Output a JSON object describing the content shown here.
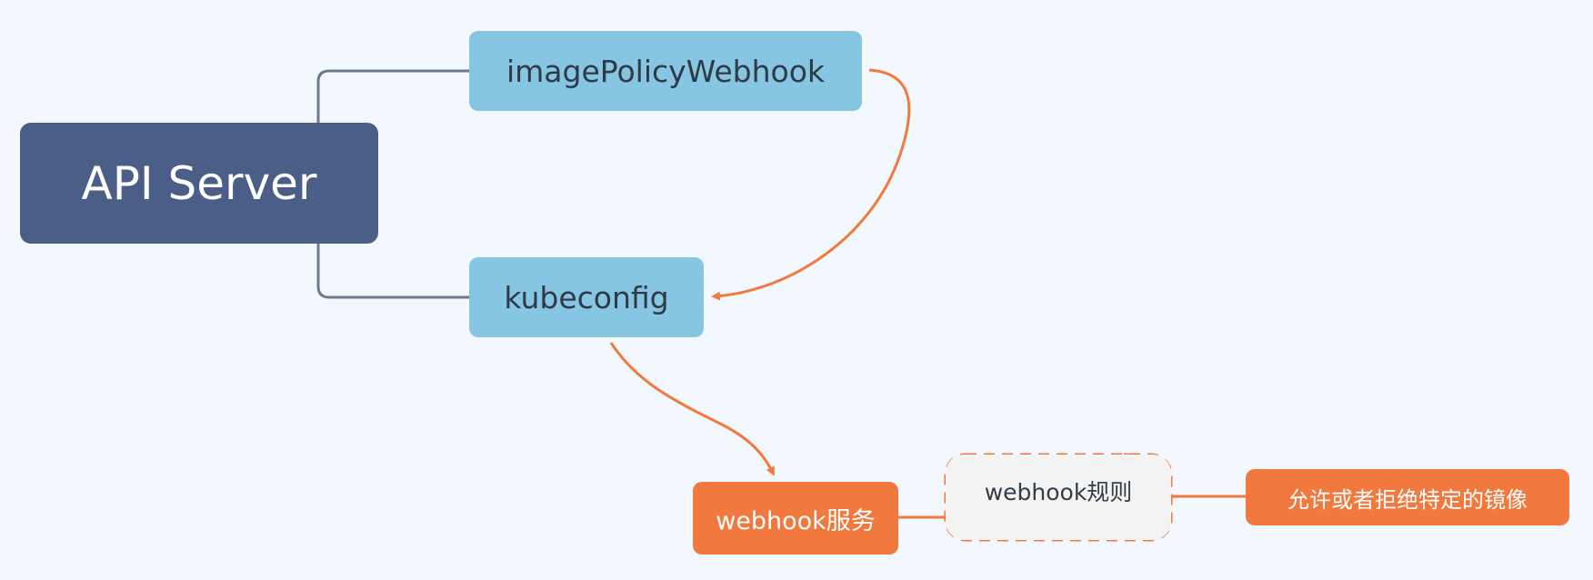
{
  "diagram": {
    "type": "mind-map",
    "colors": {
      "background": "#f3f8fe",
      "root_fill": "#4a5e87",
      "branch_fill": "#86c6e2",
      "accent_orange": "#f2793d",
      "connector_gray": "#6b7a8c",
      "rule_fill": "#f3f3f3"
    },
    "nodes": {
      "root": {
        "label": "API Server"
      },
      "image_policy_webhook": {
        "label": "imagePolicyWebhook"
      },
      "kubeconfig": {
        "label": "kubeconfig"
      },
      "webhook_service": {
        "label": "webhook服务"
      },
      "webhook_rule": {
        "label": "webhook规则"
      },
      "summary": {
        "label": "允许或者拒绝特定的镜像"
      }
    },
    "edges": [
      {
        "from": "root",
        "to": "image_policy_webhook",
        "style": "tree-branch"
      },
      {
        "from": "root",
        "to": "kubeconfig",
        "style": "tree-branch"
      },
      {
        "from": "image_policy_webhook",
        "to": "kubeconfig",
        "style": "arrow-relationship"
      },
      {
        "from": "kubeconfig",
        "to": "webhook_service",
        "style": "arrow-relationship"
      },
      {
        "from": "webhook_service",
        "to": "webhook_rule",
        "style": "branch"
      },
      {
        "from": "webhook_rule",
        "to": "summary",
        "style": "summary-bracket"
      }
    ]
  }
}
